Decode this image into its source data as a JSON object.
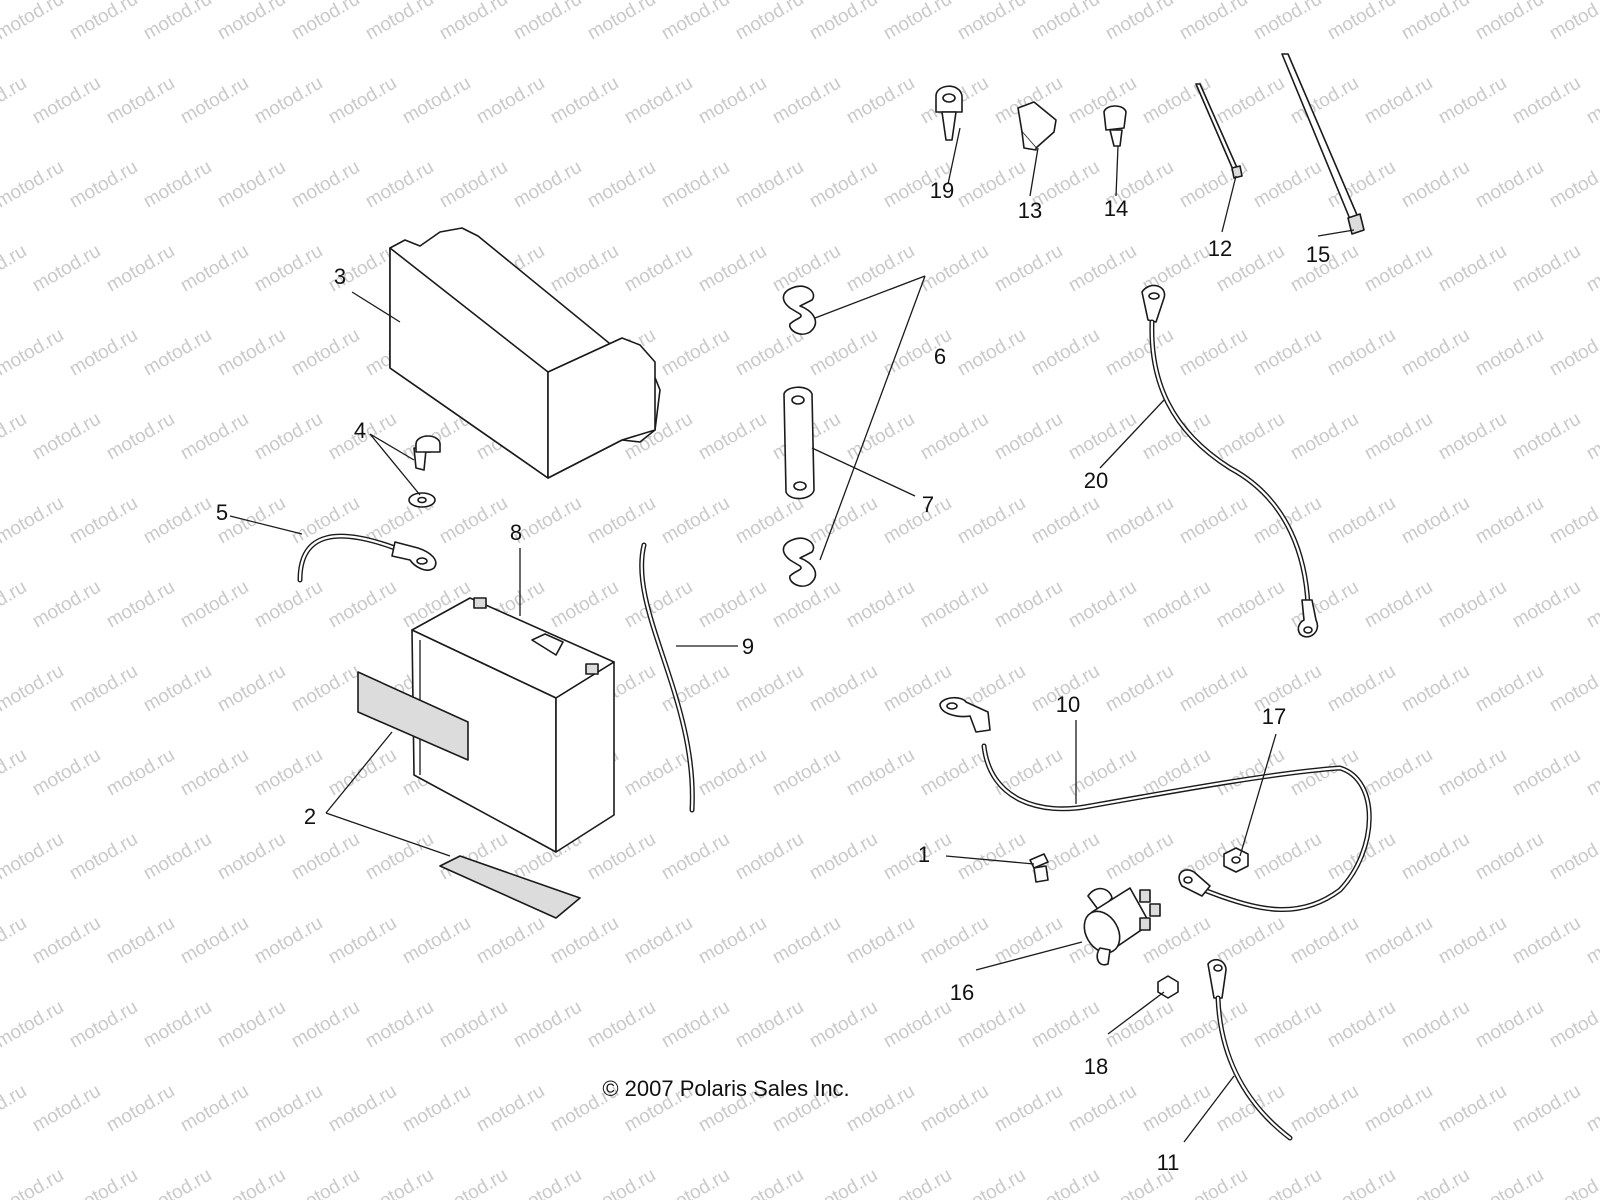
{
  "watermark": "motod.ru",
  "copyright": "© 2007 Polaris Sales Inc.",
  "callouts": {
    "c1": "1",
    "c2": "2",
    "c3": "3",
    "c4": "4",
    "c5": "5",
    "c6": "6",
    "c7": "7",
    "c8": "8",
    "c9": "9",
    "c10": "10",
    "c11": "11",
    "c12": "12",
    "c13": "13",
    "c14": "14",
    "c15": "15",
    "c16": "16",
    "c17": "17",
    "c18": "18",
    "c19": "19",
    "c20": "20"
  }
}
